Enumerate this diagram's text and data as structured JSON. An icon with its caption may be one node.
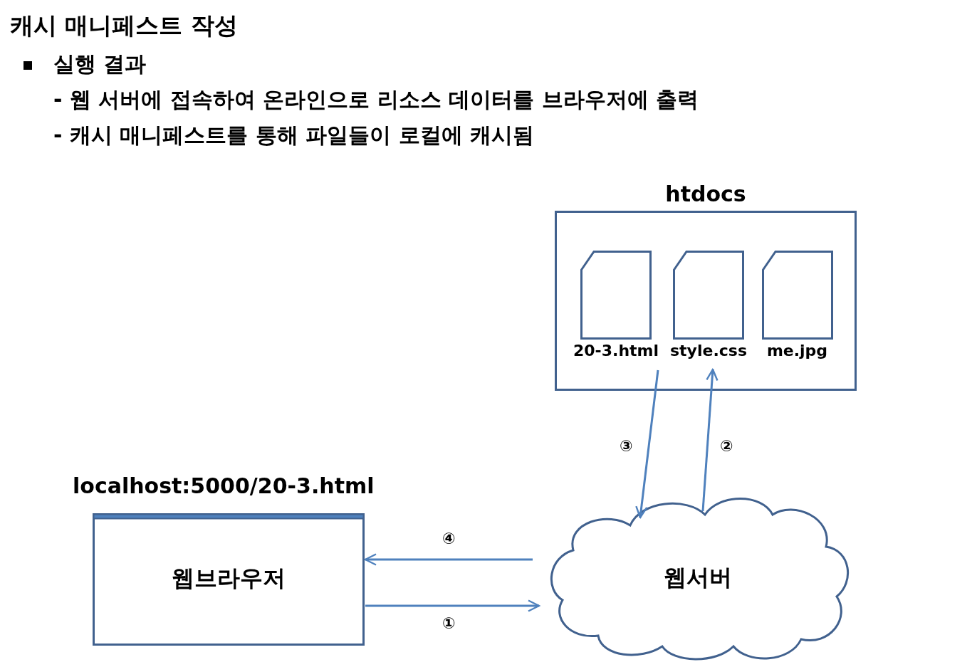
{
  "diagram": {
    "title": "캐시 매니페스트 작성",
    "nodes": [
      {
        "text": [
          "htdocs"
        ]
      },
      {
        "text": [
          "20-3.html"
        ],
        "in": 0
      },
      {
        "text": [
          "style.css"
        ],
        "in": 0
      },
      {
        "text": [
          "me.jpg"
        ],
        "in": 0
      },
      {
        "text": [
          "localhost:5000/20-3.html",
          "웹브라우저"
        ]
      },
      {
        "text": [
          "웹서버"
        ]
      }
    ],
    "edges": [
      {
        "from": 4,
        "to": 5,
        "arrow": "to",
        "label": "①"
      },
      {
        "from": 5,
        "to": 2,
        "arrow": "to",
        "label": "②"
      },
      {
        "from": 1,
        "to": 5,
        "arrow": "to",
        "label": "③"
      },
      {
        "from": 5,
        "to": 4,
        "arrow": "to",
        "label": "④"
      }
    ],
    "labels": [
      "실행 결과",
      "- 웹 서버에 접속하여 온라인으로 리소스 데이터를 브라우저에 출력",
      "- 캐시 매니페스트를 통해 파일들이 로컬에 캐시됨"
    ]
  }
}
